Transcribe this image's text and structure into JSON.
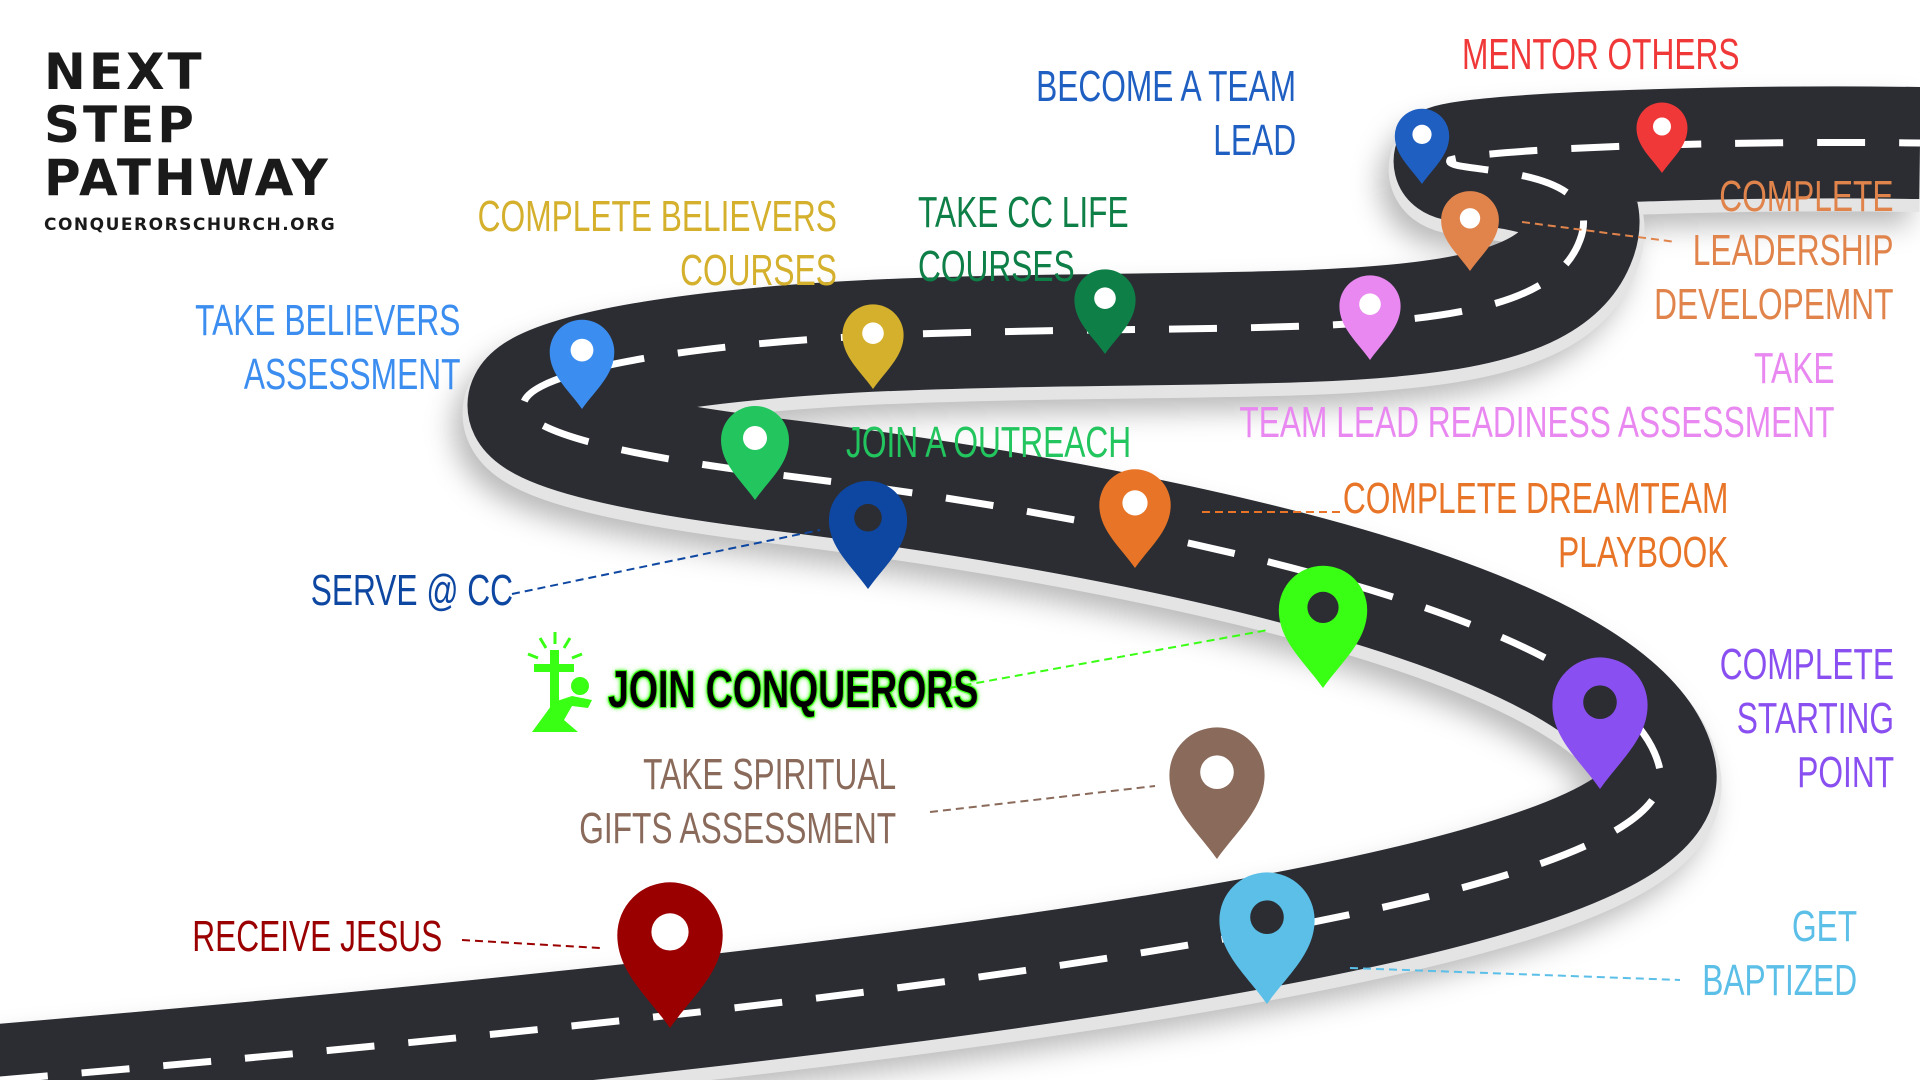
{
  "title": {
    "line1": "NEXT",
    "line2": "STEP",
    "line3": "PATHWAY",
    "website": "CONQUERORSCHURCH.ORG"
  },
  "steps": [
    {
      "id": "receive-jesus",
      "lines": [
        "RECEIVE JESUS"
      ],
      "color": "#9b0000"
    },
    {
      "id": "get-baptized",
      "lines": [
        "GET",
        "BAPTIZED"
      ],
      "color": "#5bbfe8"
    },
    {
      "id": "spiritual-gifts",
      "lines": [
        "TAKE SPIRITUAL",
        "GIFTS ASSESSMENT"
      ],
      "color": "#8a6a5a"
    },
    {
      "id": "starting-point",
      "lines": [
        "COMPLETE",
        "STARTING",
        "POINT"
      ],
      "color": "#8a4ff0"
    },
    {
      "id": "join-conquerors",
      "lines": [
        "JOIN CONQUERORS"
      ],
      "color": "#39ff14"
    },
    {
      "id": "serve",
      "lines": [
        "SERVE @ CC"
      ],
      "color": "#0e47a1"
    },
    {
      "id": "dreamteam",
      "lines": [
        "COMPLETE DREAMTEAM",
        "PLAYBOOK"
      ],
      "color": "#e87527"
    },
    {
      "id": "outreach",
      "lines": [
        "JOIN A OUTREACH"
      ],
      "color": "#22c55e"
    },
    {
      "id": "believers-assessment",
      "lines": [
        "TAKE BELIEVERS",
        "ASSESSMENT"
      ],
      "color": "#3b8df0"
    },
    {
      "id": "believers-courses",
      "lines": [
        "COMPLETE BELIEVERS",
        "COURSES"
      ],
      "color": "#d4b02c"
    },
    {
      "id": "cc-life",
      "lines": [
        "TAKE CC LIFE",
        "COURSES"
      ],
      "color": "#0d7f47"
    },
    {
      "id": "team-lead-readiness",
      "lines": [
        "TAKE",
        "TEAM LEAD READINESS ASSESSMENT"
      ],
      "color": "#e888f0"
    },
    {
      "id": "leadership-development",
      "lines": [
        "COMPLETE",
        "LEADERSHIP",
        "DEVELOPEMNT"
      ],
      "color": "#e0844c"
    },
    {
      "id": "team-lead",
      "lines": [
        "BECOME A TEAM",
        "LEAD"
      ],
      "color": "#1f5fc2"
    },
    {
      "id": "mentor",
      "lines": [
        "MENTOR OTHERS"
      ],
      "color": "#f03838"
    }
  ],
  "colors": {
    "road": "#2b2d33",
    "road_edge": "#e4e4e4",
    "lane": "#ffffff",
    "title": "#1a1a1a"
  },
  "icons": {
    "pin": "map-pin-icon",
    "logo": "conquerors-cross-figure-icon"
  }
}
